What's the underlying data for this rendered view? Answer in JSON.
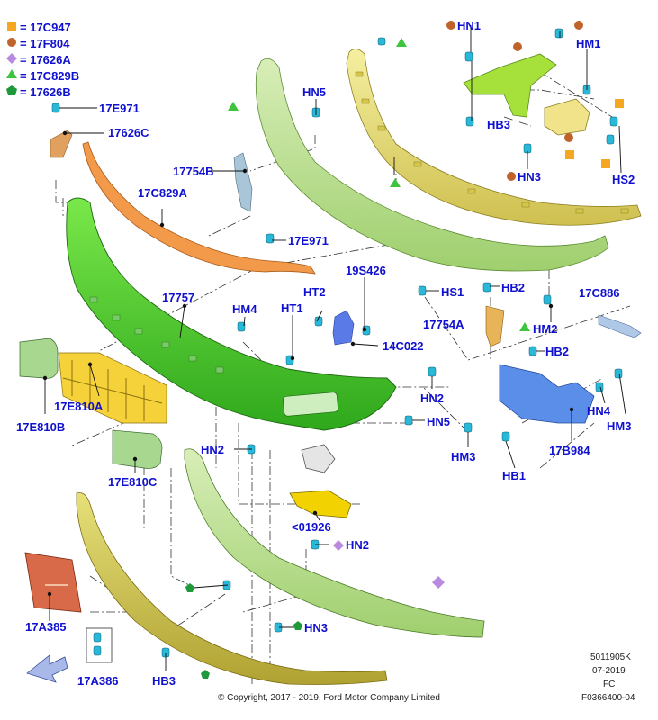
{
  "legend": [
    {
      "symbol": "square",
      "color": "#f5a623",
      "code": "17C947"
    },
    {
      "symbol": "circle",
      "color": "#c0632b",
      "code": "17F804"
    },
    {
      "symbol": "diamond",
      "color": "#b98be0",
      "code": "17626A"
    },
    {
      "symbol": "triangle",
      "color": "#3ec43e",
      "code": "17C829B"
    },
    {
      "symbol": "pentagon",
      "color": "#1f9a3a",
      "code": "17626B"
    }
  ],
  "legend_prefix": "=",
  "labels": {
    "hn1": "HN1",
    "hm1": "HM1",
    "hb3_top": "HB3",
    "hn3_top": "HN3",
    "hs2": "HS2",
    "hn5_top": "HN5",
    "p17e971_top": "17E971",
    "p17626c": "17626C",
    "p17754b": "17754B",
    "p17c829a": "17C829A",
    "p17e971_mid": "17E971",
    "p17757": "17757",
    "hm4": "HM4",
    "ht2": "HT2",
    "ht1": "HT1",
    "p19s426": "19S426",
    "hs1": "HS1",
    "hb2_top": "HB2",
    "p17c886": "17C886",
    "p17754a": "17754A",
    "hm2": "HM2",
    "p14c022": "14C022",
    "hb2_mid": "HB2",
    "hn2_mid": "HN2",
    "hn4": "HN4",
    "hm3_right": "HM3",
    "hn5_mid": "HN5",
    "hm3_left": "HM3",
    "p17b984": "17B984",
    "hb1": "HB1",
    "p17e810a": "17E810A",
    "p17e810b": "17E810B",
    "p17e810c": "17E810C",
    "hn2_left": "HN2",
    "p01926": "<01926",
    "hn2_low": "HN2",
    "p17a385": "17A385",
    "hn3_low": "HN3",
    "p17a386": "17A386",
    "hb3_low": "HB3"
  },
  "footer": {
    "ref1": "5011905K",
    "ref2": "07-2019",
    "ref3": "FC",
    "ref4": "F0366400-04",
    "copyright": "© Copyright, 2017 - 2019, Ford Motor Company Limited"
  }
}
